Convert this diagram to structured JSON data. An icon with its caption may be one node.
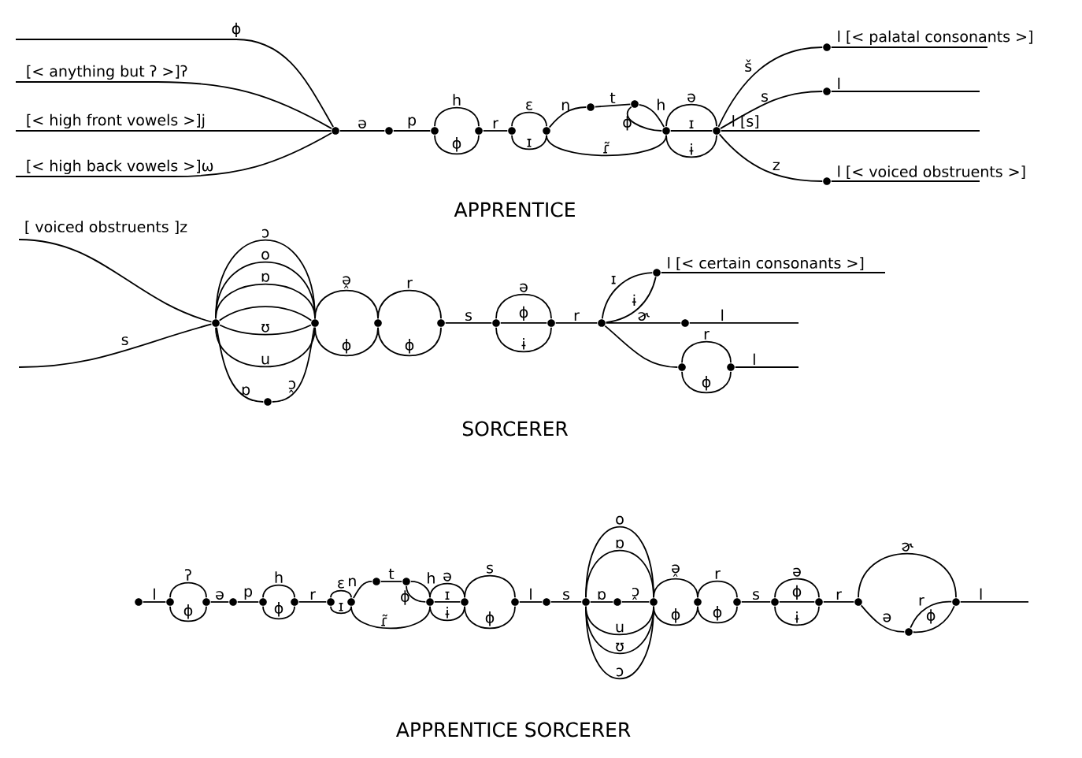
{
  "diagram": {
    "nodes": [
      {
        "text": [],
        "shape": "circle"
      },
      {
        "text": [],
        "shape": "circle"
      },
      {
        "text": [],
        "shape": "circle"
      },
      {
        "text": [],
        "shape": "circle"
      },
      {
        "text": [],
        "shape": "circle"
      },
      {
        "text": [],
        "shape": "circle"
      },
      {
        "text": [],
        "shape": "circle"
      },
      {
        "text": [],
        "shape": "circle"
      },
      {
        "text": [],
        "shape": "circle"
      },
      {
        "text": [],
        "shape": "circle"
      },
      {
        "text": [],
        "shape": "circle"
      },
      {
        "text": [],
        "shape": "circle"
      },
      {
        "text": [],
        "shape": "circle"
      },
      {
        "text": [],
        "shape": "circle"
      },
      {
        "text": [],
        "shape": "circle"
      },
      {
        "text": [],
        "shape": "circle"
      },
      {
        "text": [],
        "shape": "circle"
      },
      {
        "text": [],
        "shape": "circle"
      },
      {
        "text": [],
        "shape": "circle"
      },
      {
        "text": [],
        "shape": "circle"
      },
      {
        "text": [],
        "shape": "circle"
      },
      {
        "text": [],
        "shape": "circle"
      },
      {
        "text": [],
        "shape": "circle"
      },
      {
        "text": [],
        "shape": "circle"
      },
      {
        "text": [],
        "shape": "circle"
      },
      {
        "text": [],
        "shape": "circle"
      },
      {
        "text": [],
        "shape": "circle"
      },
      {
        "text": [],
        "shape": "circle"
      },
      {
        "text": [],
        "shape": "circle"
      },
      {
        "text": [],
        "shape": "circle"
      },
      {
        "text": [],
        "shape": "circle"
      },
      {
        "text": [],
        "shape": "circle"
      },
      {
        "text": [],
        "shape": "circle"
      },
      {
        "text": [],
        "shape": "circle"
      },
      {
        "text": [],
        "shape": "circle"
      },
      {
        "text": [],
        "shape": "circle"
      },
      {
        "text": [],
        "shape": "circle"
      },
      {
        "text": [],
        "shape": "circle"
      },
      {
        "text": [],
        "shape": "circle"
      },
      {
        "text": [],
        "shape": "circle"
      },
      {
        "text": [],
        "shape": "circle"
      },
      {
        "text": [],
        "shape": "circle"
      },
      {
        "text": [],
        "shape": "circle"
      },
      {
        "text": [],
        "shape": "circle"
      },
      {
        "text": [],
        "shape": "circle"
      },
      {
        "text": [],
        "shape": "circle"
      },
      {
        "text": [],
        "shape": "circle"
      },
      {
        "text": [],
        "shape": "circle"
      },
      {
        "text": [],
        "shape": "circle"
      }
    ],
    "edges": [
      {
        "from": null,
        "to": 0,
        "arrow": "none",
        "label": "ϕ"
      },
      {
        "from": null,
        "to": 0,
        "arrow": "none",
        "label": "[< anything but ʔ >]ʔ"
      },
      {
        "from": null,
        "to": 0,
        "arrow": "none",
        "label": "[< high front vowels >]j"
      },
      {
        "from": null,
        "to": 0,
        "arrow": "none",
        "label": "[< high back vowels >]ω"
      },
      {
        "from": 0,
        "to": 1,
        "arrow": "none",
        "label": "ə"
      },
      {
        "from": 1,
        "to": 2,
        "arrow": "none",
        "label": "p"
      },
      {
        "from": 2,
        "to": 3,
        "arrow": "none",
        "label": "h"
      },
      {
        "from": 2,
        "to": 3,
        "arrow": "none",
        "label": "ϕ"
      },
      {
        "from": 3,
        "to": 4,
        "arrow": "none",
        "label": "r"
      },
      {
        "from": 4,
        "to": 5,
        "arrow": "none",
        "label": "ɛ"
      },
      {
        "from": 4,
        "to": 5,
        "arrow": "none",
        "label": "ɪ"
      },
      {
        "from": 5,
        "to": 6,
        "arrow": "none",
        "label": "n"
      },
      {
        "from": 6,
        "to": 7,
        "arrow": "none",
        "label": "t"
      },
      {
        "from": 7,
        "to": 8,
        "arrow": "none",
        "label": "h"
      },
      {
        "from": 7,
        "to": 8,
        "arrow": "none",
        "label": "ϕ"
      },
      {
        "from": 5,
        "to": 8,
        "arrow": "none",
        "label": "ɾ̃"
      },
      {
        "from": 8,
        "to": 9,
        "arrow": "none",
        "label": "ə"
      },
      {
        "from": 8,
        "to": 9,
        "arrow": "none",
        "label": "ɪ"
      },
      {
        "from": 8,
        "to": 9,
        "arrow": "none",
        "label": "ɨ"
      },
      {
        "from": 9,
        "to": 10,
        "arrow": "none",
        "label": "š"
      },
      {
        "from": 9,
        "to": 11,
        "arrow": "none",
        "label": "s"
      },
      {
        "from": 9,
        "to": null,
        "arrow": "none",
        "label": "l [s]"
      },
      {
        "from": 9,
        "to": 12,
        "arrow": "none",
        "label": "z"
      },
      {
        "from": 10,
        "to": null,
        "arrow": "none",
        "label": "l [< palatal consonants >]"
      },
      {
        "from": 11,
        "to": null,
        "arrow": "none",
        "label": "l"
      },
      {
        "from": 12,
        "to": null,
        "arrow": "none",
        "label": "l [< voiced obstruents >]"
      },
      {
        "from": null,
        "to": 13,
        "arrow": "none",
        "label": "[ voiced obstruents ]z"
      },
      {
        "from": null,
        "to": 13,
        "arrow": "none",
        "label": "s"
      },
      {
        "from": 13,
        "to": 14,
        "arrow": "none",
        "label": "ɔ"
      },
      {
        "from": 13,
        "to": 14,
        "arrow": "none",
        "label": "o"
      },
      {
        "from": 13,
        "to": 14,
        "arrow": "none",
        "label": "ɒ"
      },
      {
        "from": 13,
        "to": 14,
        "arrow": "none"
      },
      {
        "from": 13,
        "to": 14,
        "arrow": "none",
        "label": "ʊ"
      },
      {
        "from": 13,
        "to": 14,
        "arrow": "none",
        "label": "u"
      },
      {
        "from": 13,
        "to": 15,
        "arrow": "none",
        "label": "ɒ"
      },
      {
        "from": 15,
        "to": 14,
        "arrow": "none",
        "label": "ɔ̭"
      },
      {
        "from": 14,
        "to": 16,
        "arrow": "none",
        "label": "ə̭"
      },
      {
        "from": 14,
        "to": 16,
        "arrow": "none",
        "label": "ϕ"
      },
      {
        "from": 16,
        "to": 17,
        "arrow": "none",
        "label": "r"
      },
      {
        "from": 16,
        "to": 17,
        "arrow": "none",
        "label": "ϕ"
      },
      {
        "from": 17,
        "to": 18,
        "arrow": "none",
        "label": "s"
      },
      {
        "from": 18,
        "to": 19,
        "arrow": "none",
        "label": "ə"
      },
      {
        "from": 18,
        "to": 19,
        "arrow": "none",
        "label": "ϕ"
      },
      {
        "from": 18,
        "to": 19,
        "arrow": "none",
        "label": "ɨ"
      },
      {
        "from": 19,
        "to": 20,
        "arrow": "none",
        "label": "r"
      },
      {
        "from": 20,
        "to": 21,
        "arrow": "none",
        "label": "ɪ"
      },
      {
        "from": 20,
        "to": 21,
        "arrow": "none",
        "label": "ɨ"
      },
      {
        "from": 20,
        "to": 22,
        "arrow": "none",
        "label": "ɚ"
      },
      {
        "from": 20,
        "to": 23,
        "arrow": "none"
      },
      {
        "from": 23,
        "to": 24,
        "arrow": "none",
        "label": "r"
      },
      {
        "from": 23,
        "to": 24,
        "arrow": "none",
        "label": "ϕ"
      },
      {
        "from": 21,
        "to": null,
        "arrow": "none",
        "label": "l [< certain consonants >]"
      },
      {
        "from": 22,
        "to": null,
        "arrow": "none",
        "label": "l"
      },
      {
        "from": 24,
        "to": null,
        "arrow": "none",
        "label": "l"
      },
      {
        "from": 25,
        "to": 26,
        "arrow": "none",
        "label": "l"
      },
      {
        "from": 26,
        "to": 27,
        "arrow": "none",
        "label": "ʔ"
      },
      {
        "from": 26,
        "to": 27,
        "arrow": "none",
        "label": "ϕ"
      },
      {
        "from": 27,
        "to": 28,
        "arrow": "none",
        "label": "ə"
      },
      {
        "from": 28,
        "to": 29,
        "arrow": "none",
        "label": "p"
      },
      {
        "from": 29,
        "to": 30,
        "arrow": "none",
        "label": "h"
      },
      {
        "from": 29,
        "to": 30,
        "arrow": "none",
        "label": "ϕ"
      },
      {
        "from": 30,
        "to": 31,
        "arrow": "none",
        "label": "r"
      },
      {
        "from": 31,
        "to": 32,
        "arrow": "none",
        "label": "ɛ"
      },
      {
        "from": 31,
        "to": 32,
        "arrow": "none",
        "label": "ɪ"
      },
      {
        "from": 32,
        "to": 33,
        "arrow": "none",
        "label": "n"
      },
      {
        "from": 33,
        "to": 34,
        "arrow": "none",
        "label": "t"
      },
      {
        "from": 34,
        "to": 35,
        "arrow": "none",
        "label": "h"
      },
      {
        "from": 34,
        "to": 35,
        "arrow": "none",
        "label": "ϕ"
      },
      {
        "from": 32,
        "to": 35,
        "arrow": "none",
        "label": "ɾ̃"
      },
      {
        "from": 35,
        "to": 36,
        "arrow": "none",
        "label": "ə"
      },
      {
        "from": 35,
        "to": 36,
        "arrow": "none",
        "label": "ɪ"
      },
      {
        "from": 35,
        "to": 36,
        "arrow": "none",
        "label": "ɨ"
      },
      {
        "from": 36,
        "to": 37,
        "arrow": "none",
        "label": "s"
      },
      {
        "from": 36,
        "to": 37,
        "arrow": "none",
        "label": "ϕ"
      },
      {
        "from": 37,
        "to": 38,
        "arrow": "none",
        "label": "l"
      },
      {
        "from": 38,
        "to": 39,
        "arrow": "none",
        "label": "s"
      },
      {
        "from": 39,
        "to": 41,
        "arrow": "none",
        "label": "o"
      },
      {
        "from": 39,
        "to": 41,
        "arrow": "none",
        "label": "ɒ"
      },
      {
        "from": 39,
        "to": 40,
        "arrow": "none",
        "label": "ɒ"
      },
      {
        "from": 40,
        "to": 41,
        "arrow": "none",
        "label": "ɔ̭"
      },
      {
        "from": 39,
        "to": 41,
        "arrow": "none",
        "label": "u"
      },
      {
        "from": 39,
        "to": 41,
        "arrow": "none",
        "label": "ʊ"
      },
      {
        "from": 39,
        "to": 41,
        "arrow": "none",
        "label": "ɔ"
      },
      {
        "from": 41,
        "to": 42,
        "arrow": "none",
        "label": "ə̭"
      },
      {
        "from": 41,
        "to": 42,
        "arrow": "none",
        "label": "ϕ"
      },
      {
        "from": 42,
        "to": 43,
        "arrow": "none",
        "label": "r"
      },
      {
        "from": 42,
        "to": 43,
        "arrow": "none",
        "label": "ϕ"
      },
      {
        "from": 43,
        "to": 44,
        "arrow": "none",
        "label": "s"
      },
      {
        "from": 44,
        "to": 45,
        "arrow": "none",
        "label": "ə"
      },
      {
        "from": 44,
        "to": 45,
        "arrow": "none",
        "label": "ϕ"
      },
      {
        "from": 44,
        "to": 45,
        "arrow": "none",
        "label": "ɨ"
      },
      {
        "from": 45,
        "to": 46,
        "arrow": "none",
        "label": "r"
      },
      {
        "from": 46,
        "to": 48,
        "arrow": "none",
        "label": "ɚ"
      },
      {
        "from": 46,
        "to": 47,
        "arrow": "none",
        "label": "ə"
      },
      {
        "from": 47,
        "to": 48,
        "arrow": "none",
        "label": "r"
      },
      {
        "from": 47,
        "to": 48,
        "arrow": "none",
        "label": "ϕ"
      },
      {
        "from": 48,
        "to": null,
        "arrow": "none",
        "label": "l"
      }
    ],
    "labels": [
      "APPRENTICE",
      "SORCERER",
      "APPRENTICE SORCERER"
    ]
  }
}
